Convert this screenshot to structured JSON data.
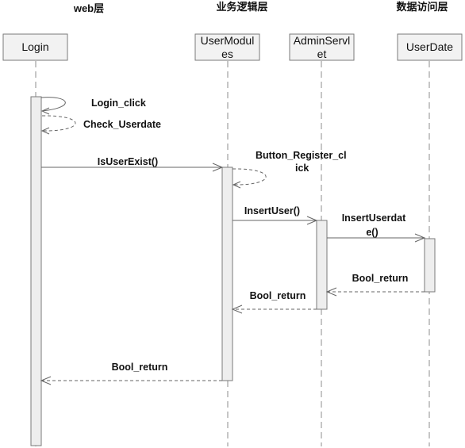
{
  "layers": [
    {
      "label": "web层"
    },
    {
      "label": "业务逻辑层"
    },
    {
      "label": "数据访问层"
    }
  ],
  "participants": [
    {
      "lines": [
        "Login"
      ]
    },
    {
      "lines": [
        "UserModul",
        "es"
      ]
    },
    {
      "lines": [
        "AdminServl",
        "et"
      ]
    },
    {
      "lines": [
        "UserDate"
      ]
    }
  ],
  "messages": [
    {
      "lines": [
        "Login_click"
      ],
      "kind": "self-sync",
      "from": 0,
      "to": 0
    },
    {
      "lines": [
        "Check_Userdate"
      ],
      "kind": "self-return",
      "from": 0,
      "to": 0
    },
    {
      "lines": [
        "IsUserExist()"
      ],
      "kind": "sync",
      "from": 0,
      "to": 1
    },
    {
      "lines": [
        "Button_Register_cl",
        "ick"
      ],
      "kind": "self-return",
      "from": 1,
      "to": 1
    },
    {
      "lines": [
        "InsertUser()"
      ],
      "kind": "sync",
      "from": 1,
      "to": 2
    },
    {
      "lines": [
        "InsertUserdat",
        "e()"
      ],
      "kind": "sync",
      "from": 2,
      "to": 3
    },
    {
      "lines": [
        "Bool_return"
      ],
      "kind": "return",
      "from": 3,
      "to": 2
    },
    {
      "lines": [
        "Bool_return"
      ],
      "kind": "return",
      "from": 2,
      "to": 1
    },
    {
      "lines": [
        "Bool_return"
      ],
      "kind": "return",
      "from": 1,
      "to": 0
    }
  ]
}
